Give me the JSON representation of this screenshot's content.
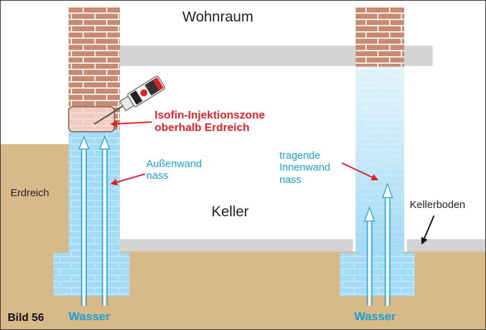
{
  "labels": {
    "wohnraum": "Wohnraum",
    "keller": "Keller",
    "erdreich": "Erdreich",
    "kellerboden": "Kellerboden",
    "injection_zone_line1": "Isofin-Injektionszone",
    "injection_zone_line2": "oberhalb Erdreich",
    "outer_wall_line1": "Außenwand",
    "outer_wall_line2": "nass",
    "inner_wall_line1": "tragende",
    "inner_wall_line2": "Innenwand",
    "inner_wall_line3": "nass",
    "water_left": "Wasser",
    "water_right": "Wasser",
    "figure_number": "Bild 56"
  },
  "colors": {
    "soil": "#d8b98a",
    "brick": "#c88a70",
    "mortar": "#f2ece6",
    "wet_wall": "#a8dcf5",
    "arrow_red": "#d9242b",
    "label_blue": "#1a9fd8",
    "slab_grey": "#d3d3d3",
    "text_dark": "#222222"
  }
}
